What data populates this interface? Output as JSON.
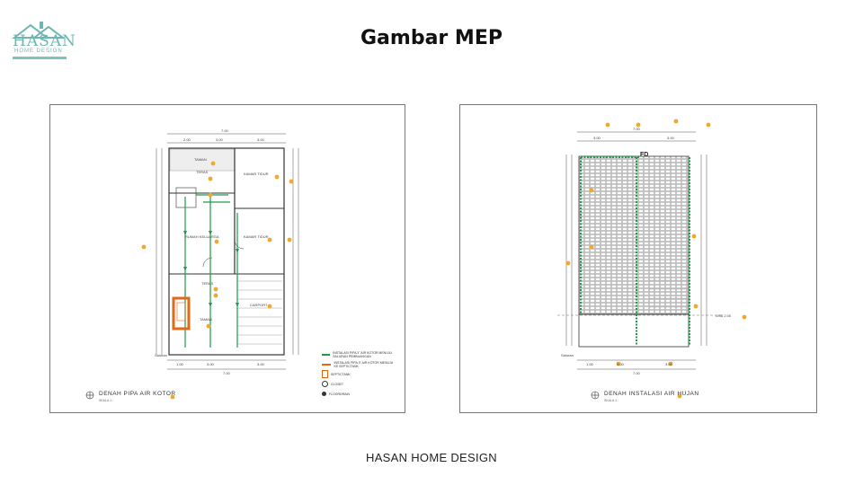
{
  "logo": {
    "name": "HASAN",
    "tagline": "HOME DESIGN"
  },
  "title": "Gambar MEP",
  "footer": "HASAN HOME DESIGN",
  "left_sheet": {
    "title": "DENAH PIPA AIR KOTOR",
    "scale": "SKALA 1 :",
    "saluran": "Saluran",
    "rooms": [
      "TAMAN",
      "TERAS",
      "KAMAR TIDUR",
      "RUMAH KELUARGA",
      "KAMAR TIDUR",
      "TERAS",
      "CARPORT",
      "TAMAN"
    ],
    "dims_top": [
      "7.00",
      "2.00",
      "3.00",
      "3.00"
    ],
    "dims_bottom": [
      "1.00",
      "3.00",
      "3.00",
      "7.00"
    ],
    "legend": [
      "INSTALASI PIPA 3\" AIR KOTOR MENUJU SALURAN PEMBUANGAN",
      "INSTALASI PIPA 3\" AIR KOTOR MENUJU KE SEPTICTANK",
      "SEPTICTANK",
      "CLOSET",
      "FLOORDRAIN"
    ],
    "colors": {
      "green": "#1f9a4a",
      "orange": "#e06a1a"
    }
  },
  "right_sheet": {
    "title": "DENAH INSTALASI AIR HUJAN",
    "scale": "SKALA 1 :",
    "saluran": "Saluran",
    "fd": "FD",
    "level": "USB 2.00",
    "dims_top": [
      "3.00",
      "7.00",
      "3.00"
    ],
    "dims_bottom": [
      "1.00",
      "3.00",
      "3.00",
      "7.00"
    ],
    "colors": {
      "green": "#1f9a4a"
    }
  }
}
